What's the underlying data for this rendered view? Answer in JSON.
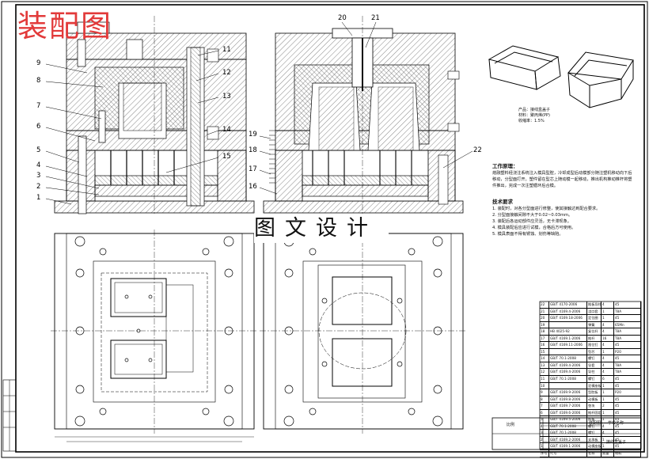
{
  "drawing": {
    "watermark_title": "装配图",
    "banner_text": "图文设计"
  },
  "callouts": {
    "left": [
      "9",
      "8",
      "7",
      "6",
      "5",
      "4",
      "3",
      "2",
      "1"
    ],
    "right_top": [
      "11",
      "12",
      "13",
      "14",
      "15"
    ],
    "section": [
      "20",
      "21",
      "19",
      "18",
      "17",
      "16",
      "22"
    ]
  },
  "product_info": {
    "line1": "产品：接线盒盖子",
    "line2": "材料：聚丙烯(PP)",
    "line3": "收缩率：1.5%"
  },
  "notes": {
    "work_title": "工作原理：",
    "work_text": "熔融塑料经浇注系统注入模具型腔，冷却成型后动模部分随注塑机移动向下后移动，分型面打开。塑件留在型芯上随动模一起移动，推出机构推动推杆将塑件推出，完成一次注塑循环后合模。",
    "tech_title": "技术要求",
    "tech_items": [
      "1. 装配时，对各分型面进行修整，使其接触达到配合要求。",
      "2. 分型面接触间隙不大于0.02~0.03mm。",
      "3. 装配后各运动部件应灵活，无卡滞现象。",
      "4. 模具装配后应进行试模，合格后方可使用。",
      "5. 模具表面不得有锈蚀、划伤等缺陷。"
    ]
  },
  "bom": {
    "rows": [
      [
        "22",
        "GB/T 4170-2006",
        "推板导柱",
        "4",
        "45"
      ],
      [
        "21",
        "GB/T 4169.4-2006",
        "浇口套",
        "1",
        "T8A"
      ],
      [
        "20",
        "GB/T 4169.18-2006",
        "定位圈",
        "1",
        "45"
      ],
      [
        "19",
        "",
        "弹簧",
        "4",
        "65Mn"
      ],
      [
        "18",
        "HB 4025-92",
        "复位杆",
        "4",
        "T8A"
      ],
      [
        "17",
        "GB/T 4169.1-2006",
        "推杆",
        "16",
        "T8A"
      ],
      [
        "16",
        "GB/T 4169.11-2006",
        "限位钉",
        "4",
        "45"
      ],
      [
        "15",
        "",
        "型芯",
        "1",
        "P20"
      ],
      [
        "14",
        "GB/T 70.1-2008",
        "螺钉",
        "4",
        "45"
      ],
      [
        "13",
        "GB/T 4169.4-2006",
        "导套",
        "4",
        "T8A"
      ],
      [
        "12",
        "GB/T 4169.4-2006",
        "导柱",
        "4",
        "T8A"
      ],
      [
        "11",
        "GB/T 70.1-2008",
        "螺钉",
        "6",
        "45"
      ],
      [
        "10",
        "",
        "定模座板",
        "1",
        "45"
      ],
      [
        "9",
        "GB/T 4169.9-2006",
        "型腔板",
        "1",
        "P20"
      ],
      [
        "8",
        "GB/T 4169.8-2006",
        "动模板",
        "1",
        "45"
      ],
      [
        "7",
        "GB/T 4169.7-2006",
        "垫块",
        "2",
        "45"
      ],
      [
        "6",
        "GB/T 4169.6-2006",
        "推杆固定板",
        "1",
        "45"
      ],
      [
        "5",
        "GB/T 4169.5-2006",
        "推板",
        "1",
        "45"
      ],
      [
        "4",
        "GB/T 70.1-2008",
        "螺钉",
        "4",
        "45"
      ],
      [
        "3",
        "GB/T 70.1-2008",
        "螺钉",
        "4",
        "45"
      ],
      [
        "2",
        "GB/T 4169.2-2006",
        "支承板",
        "1",
        "45"
      ],
      [
        "1",
        "GB/T 4169.1-2006",
        "动模座板",
        "1",
        "45"
      ]
    ],
    "header": [
      "序号",
      "代号",
      "名称",
      "数量",
      "材料"
    ]
  },
  "title_block": {
    "label_drawing": "装配图",
    "label_school": "学校名称",
    "label_product": "接线盒盖子",
    "label_scale": "比例"
  }
}
